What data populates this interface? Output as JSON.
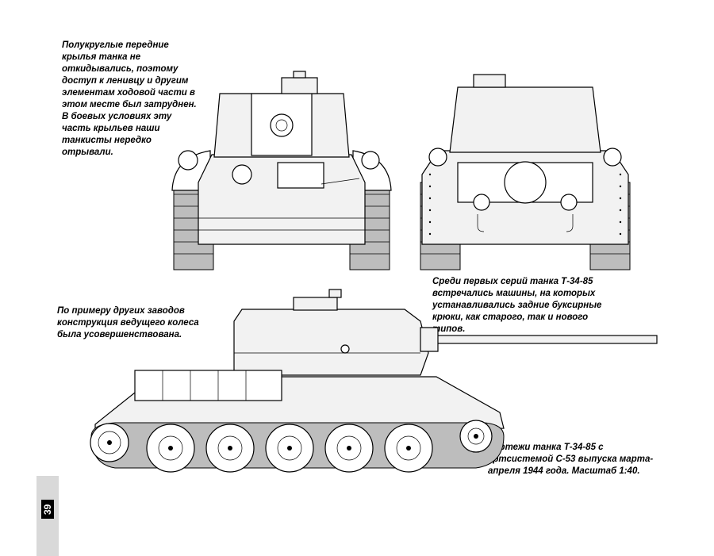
{
  "captions": {
    "front_fenders": "Полукруглые передние крылья танка не откидывались, поэтому доступ к ленивцу и другим элементам ходовой части в этом месте был затруднен. В боевых условиях эту часть крыльев наши танкисты нередко отрывали.",
    "rear_hooks": "Среди первых серий танка Т-34-85 встречались машины, на которых устанавливались задние буксирные крюки, как старого, так и нового типов.",
    "drive_wheel": "По примеру других заводов конструкция ведущего колеса была усовершенствована.",
    "drawing_title": "Чертежи танка Т-34-85 с артсистемой С-53 выпуска марта-апреля 1944 года. Масштаб 1:40."
  },
  "page": {
    "number": "39"
  }
}
